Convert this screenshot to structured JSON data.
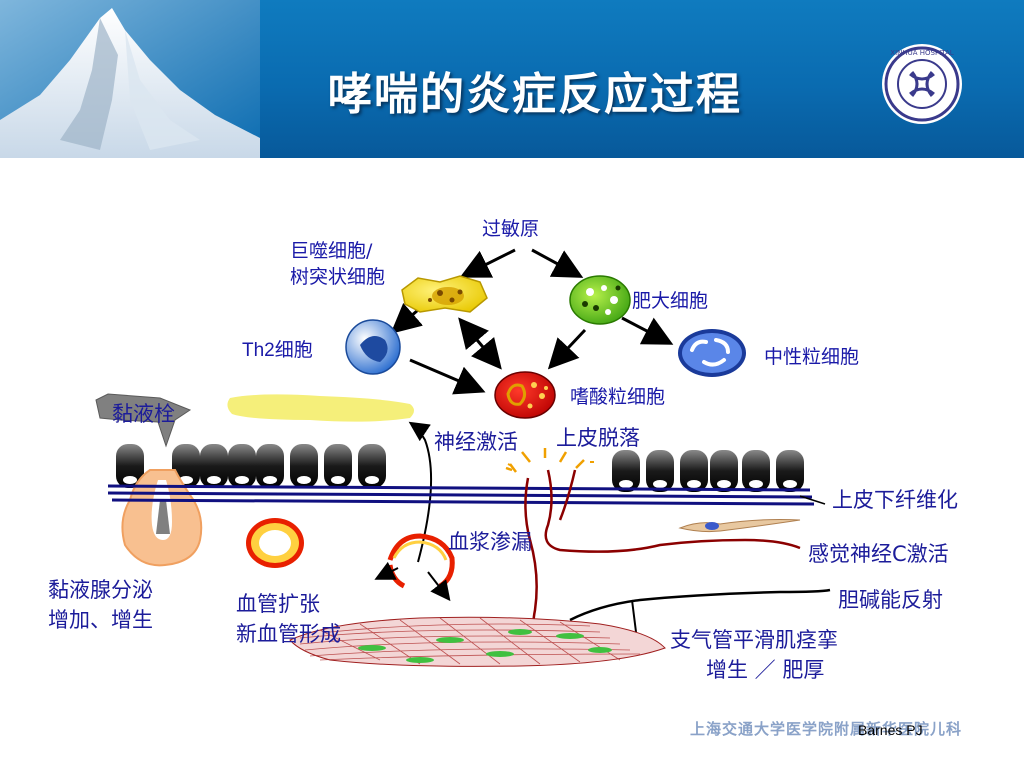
{
  "title": "哮喘的炎症反应过程",
  "logo": {
    "text": "XINHUA HOSPITAL",
    "icon": "hospital-seal-icon"
  },
  "labels": {
    "allergen": "过敏原",
    "macrophage_line1": "巨噬细胞/",
    "macrophage_line2": "树突状细胞",
    "mast_cell": "肥大细胞",
    "th2": "Th2细胞",
    "neutrophil": "中性粒细胞",
    "eosinophil": "嗜酸粒细胞",
    "mucus_plug": "黏液栓",
    "nerve_activation": "神经激活",
    "epithelial_shedding": "上皮脱落",
    "subepithelial_fibrosis": "上皮下纤维化",
    "plasma_leakage": "血浆渗漏",
    "sensory_nerve": "感觉神经C激活",
    "cholinergic_reflex": "胆碱能反射",
    "mucus_gland_line1": "黏液腺分泌",
    "mucus_gland_line2": "增加、增生",
    "vaso_line1": "血管扩张",
    "vaso_line2": "新血管形成",
    "smooth_muscle_line1": "支气管平滑肌痉挛",
    "smooth_muscle_line2": "增生 ／ 肥厚"
  },
  "footer": {
    "institution": "上海交通大学医学院附属新华医院儿科",
    "credit": "Barnes PJ"
  },
  "colors": {
    "header": "#0a6bb0",
    "label": "#1a1aa8",
    "basement": "#101080",
    "nerve": "#8b0000"
  }
}
